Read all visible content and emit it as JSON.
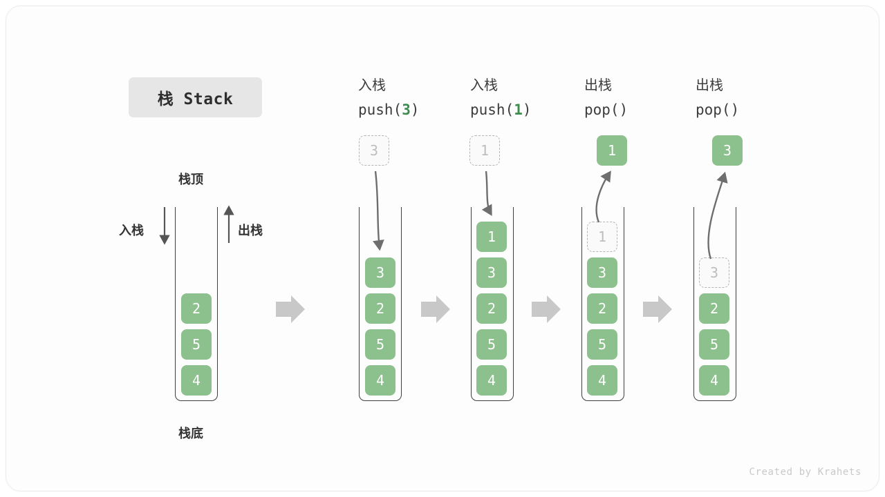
{
  "title": {
    "text": "栈 Stack"
  },
  "labels": {
    "top": "栈顶",
    "bottom": "栈底",
    "push_side": "入栈",
    "pop_side": "出栈"
  },
  "footer": {
    "credit": "Created by Krahets"
  },
  "colors": {
    "cell_green": "#8cc08c",
    "arg_green": "#3c8c4e",
    "ghost_border": "#b3b3b3",
    "ghost_text": "#bdbdbd",
    "block_arrow": "#c8c8c8",
    "curve_arrow": "#6e6e6e",
    "stack_border": "#3d3d3d",
    "chip_bg": "#e6e6e6",
    "page_bg": "#fdfdfd"
  },
  "columns": [
    {
      "id": "initial",
      "head_zh": "",
      "head_code": "",
      "cells": [
        "2",
        "5",
        "4"
      ]
    },
    {
      "id": "push-3",
      "head_zh": "入栈",
      "head_code_before": "push(",
      "head_code_arg": "3",
      "head_code_after": ")",
      "floating": {
        "value": "3",
        "kind": "ghost",
        "position": "above"
      },
      "cells": [
        "3",
        "2",
        "5",
        "4"
      ]
    },
    {
      "id": "push-1",
      "head_zh": "入栈",
      "head_code_before": "push(",
      "head_code_arg": "1",
      "head_code_after": ")",
      "floating": {
        "value": "1",
        "kind": "ghost",
        "position": "above"
      },
      "cells": [
        "1",
        "3",
        "2",
        "5",
        "4"
      ]
    },
    {
      "id": "pop-1",
      "head_zh": "出栈",
      "head_code_before": "pop(",
      "head_code_arg": "",
      "head_code_after": ")",
      "floating": {
        "value": "1",
        "kind": "solid",
        "position": "above"
      },
      "cells": [
        "1",
        "3",
        "2",
        "5",
        "4"
      ],
      "ghost_index": 0
    },
    {
      "id": "pop-3",
      "head_zh": "出栈",
      "head_code_before": "pop(",
      "head_code_arg": "",
      "head_code_after": ")",
      "floating": {
        "value": "3",
        "kind": "solid",
        "position": "above"
      },
      "cells": [
        "3",
        "2",
        "5",
        "4"
      ],
      "ghost_index": 0
    }
  ],
  "cells": {
    "c0_0": "2",
    "c0_1": "5",
    "c0_2": "4",
    "c1_ghost": "3",
    "c1_0": "3",
    "c1_1": "2",
    "c1_2": "5",
    "c1_3": "4",
    "c2_ghost": "1",
    "c2_0": "1",
    "c2_1": "3",
    "c2_2": "2",
    "c2_3": "5",
    "c2_4": "4",
    "c3_float": "1",
    "c3_0": "1",
    "c3_1": "3",
    "c3_2": "2",
    "c3_3": "5",
    "c3_4": "4",
    "c4_float": "3",
    "c4_0": "3",
    "c4_1": "2",
    "c4_2": "5",
    "c4_3": "4"
  },
  "headers": {
    "h1_zh": "入栈",
    "h1_pre": "push(",
    "h1_arg": "3",
    "h1_post": ")",
    "h2_zh": "入栈",
    "h2_pre": "push(",
    "h2_arg": "1",
    "h2_post": ")",
    "h3_zh": "出栈",
    "h3_pre": "pop(",
    "h3_arg": "",
    "h3_post": ")",
    "h4_zh": "出栈",
    "h4_pre": "pop(",
    "h4_arg": "",
    "h4_post": ")"
  }
}
